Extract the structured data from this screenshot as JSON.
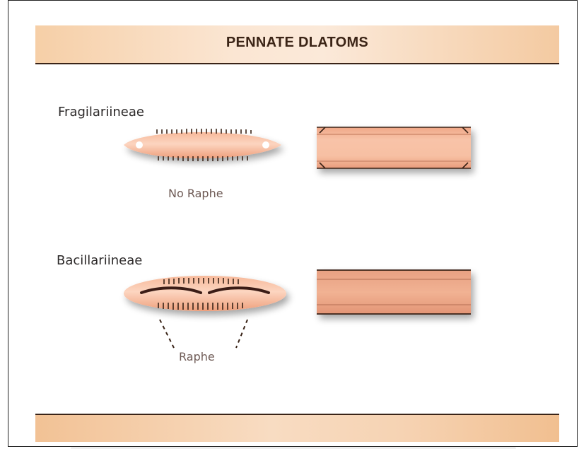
{
  "header": {
    "title": "PENNATE DLATOMS"
  },
  "diagram": {
    "fragilariineae": {
      "group_label": "Fragilariineae",
      "raphe_label": "No Raphe"
    },
    "bacillariineae": {
      "group_label": "Bacillariineae",
      "raphe_label": "Raphe"
    }
  },
  "colors": {
    "valve_fill": "#f2a987",
    "valve_light": "#fbd3bd",
    "frustule_fill": "#f4b394",
    "raphe_dark": "#3a1f14",
    "accent_brown": "#3a2418"
  }
}
